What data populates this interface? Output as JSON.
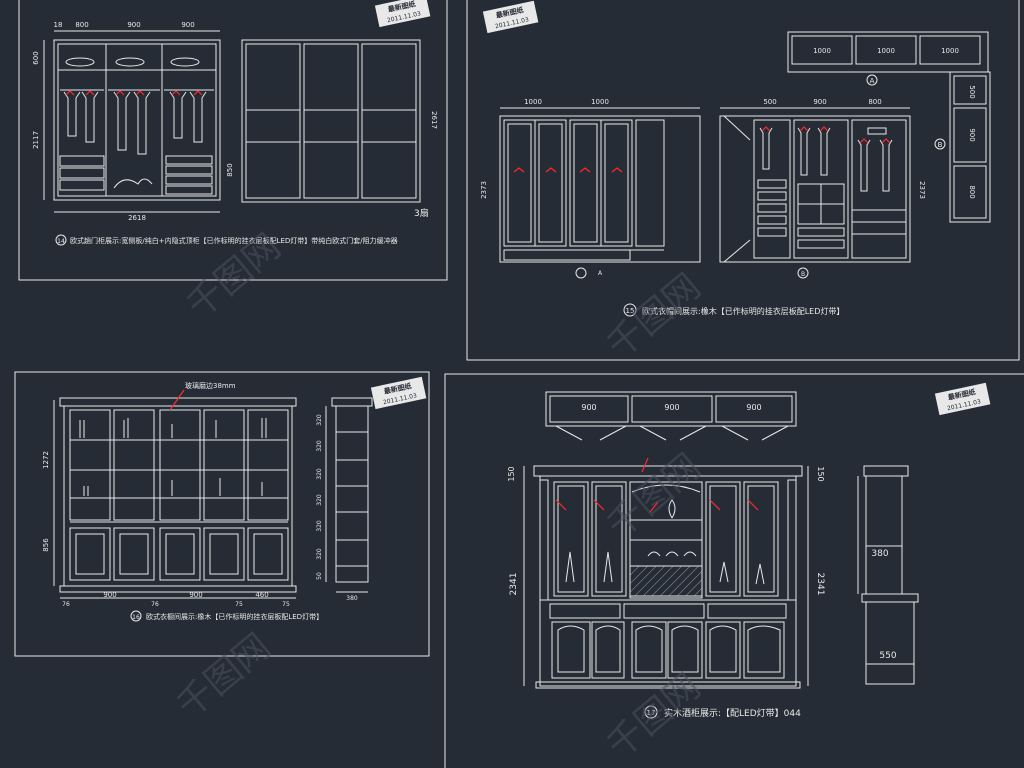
{
  "colors": {
    "background": "#262c36",
    "line": "#e8e8e8",
    "accent": "#ff2a2a",
    "watermark": "#4a525e"
  },
  "stamp_title": "最新图纸",
  "stamp_date": "2011.11.03",
  "panel14": {
    "dims_top": [
      "18",
      "800",
      "900",
      "900"
    ],
    "dim_left_top": "600",
    "dim_left_main": "2117",
    "dim_bottom": "2618",
    "dim_right": "2617",
    "dim_right_small": "850",
    "doors_label": "3扇",
    "caption_num": "14",
    "caption_text": "欧式趟门柜展示:宽侧板/纯白+内隐式顶柜【已作标明的挂衣层板配LED灯带】带纯白欧式门套/阻力缓冲器"
  },
  "panel15": {
    "top_boxes": [
      "1000",
      "1000",
      "1000"
    ],
    "side_boxes": [
      "500",
      "900",
      "800"
    ],
    "marker_a": "A",
    "marker_b": "B",
    "dims_left": [
      "1000",
      "1000"
    ],
    "dims_right": [
      "500",
      "900",
      "800"
    ],
    "dim_height_left": "2373",
    "dim_height_right": "2373",
    "caption_num": "15",
    "caption_text": "欧式衣帽间展示:橡木【已作标明的挂衣层板配LED灯带】"
  },
  "panel16": {
    "glass_note": "玻璃磨边38mm",
    "dims_left": [
      "1272",
      "856"
    ],
    "dims_bottom": [
      "76",
      "900",
      "76",
      "900",
      "75",
      "460",
      "75"
    ],
    "dims_side": [
      "320",
      "320",
      "320",
      "320",
      "320",
      "320",
      "50"
    ],
    "dim_depth": "380",
    "caption_num": "16",
    "caption_text": "欧式衣橱间展示:橡木【已作标明的挂衣层板配LED灯带】"
  },
  "panel17": {
    "top_boxes": [
      "900",
      "900",
      "900"
    ],
    "dim_top_left": "150",
    "dim_top_right": "150",
    "dim_height_left": "2341",
    "dim_height_right": "2341",
    "dim_side_upper": "380",
    "dim_side_lower": "550",
    "caption_num": "17",
    "caption_text": "实木酒柜展示:【配LED灯带】044"
  },
  "watermark_text": "千图网"
}
